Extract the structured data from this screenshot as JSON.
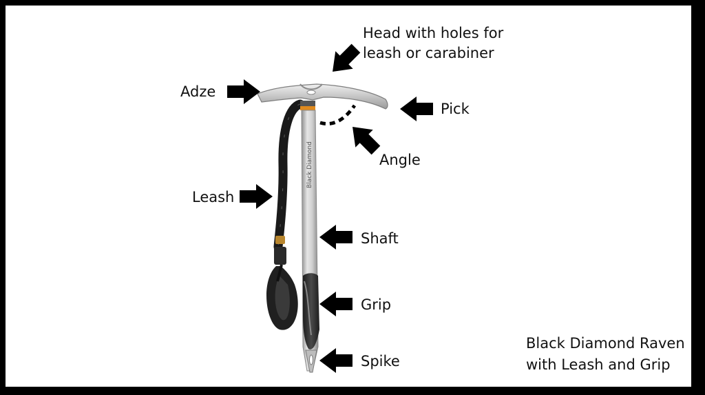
{
  "diagram": {
    "labels": {
      "head": "Head with holes for leash or carabiner",
      "head_line1": "Head with holes for",
      "head_line2": "leash or carabiner",
      "adze": "Adze",
      "pick": "Pick",
      "angle": "Angle",
      "leash": "Leash",
      "shaft": "Shaft",
      "grip": "Grip",
      "spike": "Spike"
    },
    "caption_line1": "Black Diamond Raven",
    "caption_line2": "with Leash and Grip",
    "shaft_brand": "Black Diamond",
    "colors": {
      "arrow": "#000000",
      "metal": "#c8c8c8",
      "band": "#e08a1e",
      "strap": "#1a1a1a",
      "grip": "#333333"
    }
  }
}
